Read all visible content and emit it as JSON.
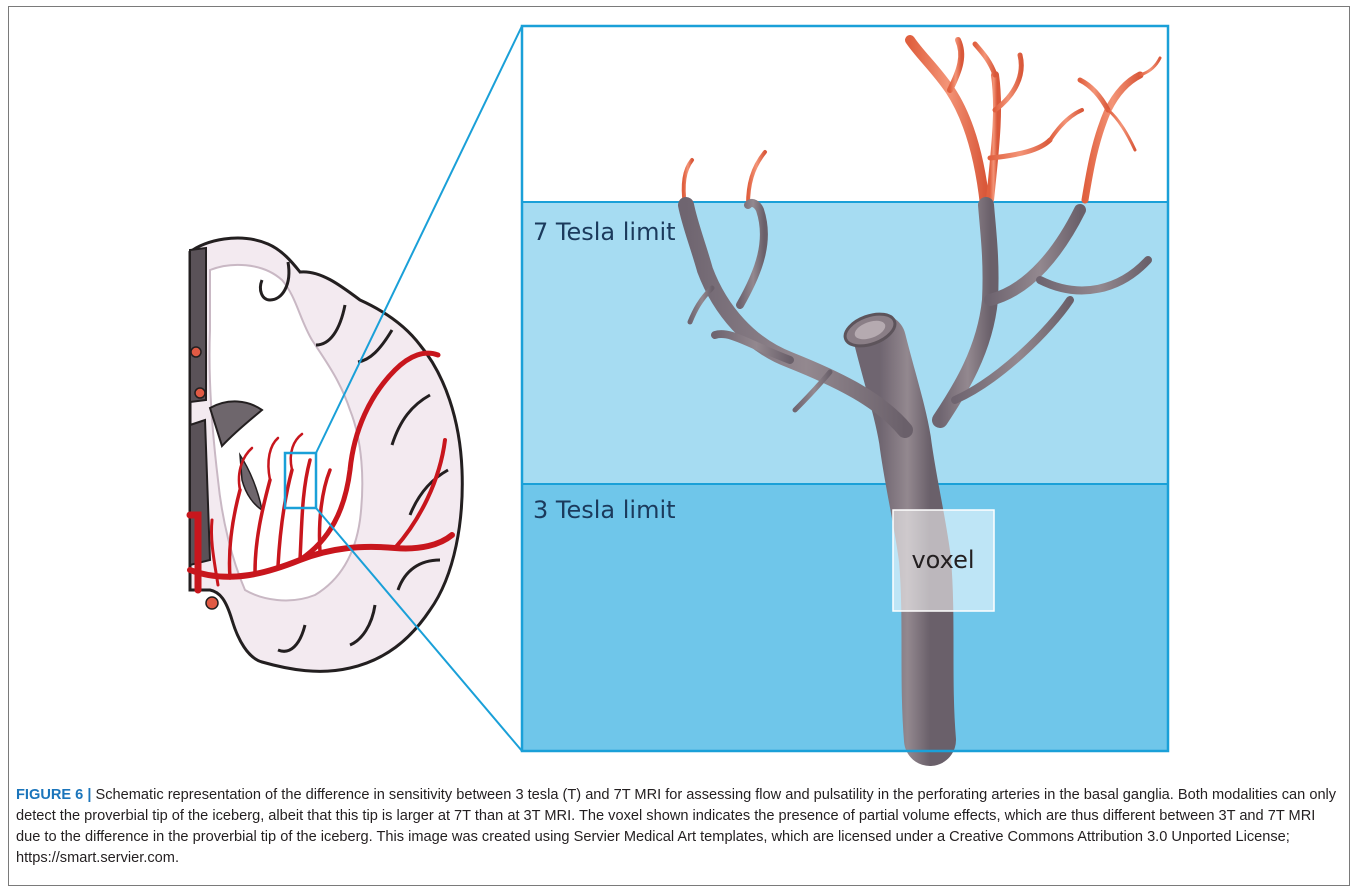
{
  "figure": {
    "label": "FIGURE 6 |",
    "caption": " Schematic representation of the difference in sensitivity between 3 tesla (T) and 7T MRI for assessing flow and pulsatility in the perforating arteries in the basal ganglia. Both modalities can only detect the proverbial tip of the iceberg, albeit that this tip is larger at 7T than at 3T MRI. The voxel shown indicates the presence of partial volume effects, which are thus different between 3T and 7T MRI due to the difference in the proverbial tip of the iceberg. This image was created using Servier Medical Art templates, which are licensed under a Creative Commons Attribution 3.0 Unported License; https://smart.servier.com."
  },
  "panel": {
    "label_7t": "7 Tesla limit",
    "label_3t": "3 Tesla limit",
    "voxel_label": "voxel"
  },
  "colors": {
    "frame_blue": "#1aa0d8",
    "zone_7t": "#a6dcf2",
    "zone_3t": "#6fc6ea",
    "artery_red": "#c8161d",
    "vessel_gray": "#8a7e86",
    "vessel_tip": "#ef7a5c",
    "label_text": "#1b3a5c"
  }
}
